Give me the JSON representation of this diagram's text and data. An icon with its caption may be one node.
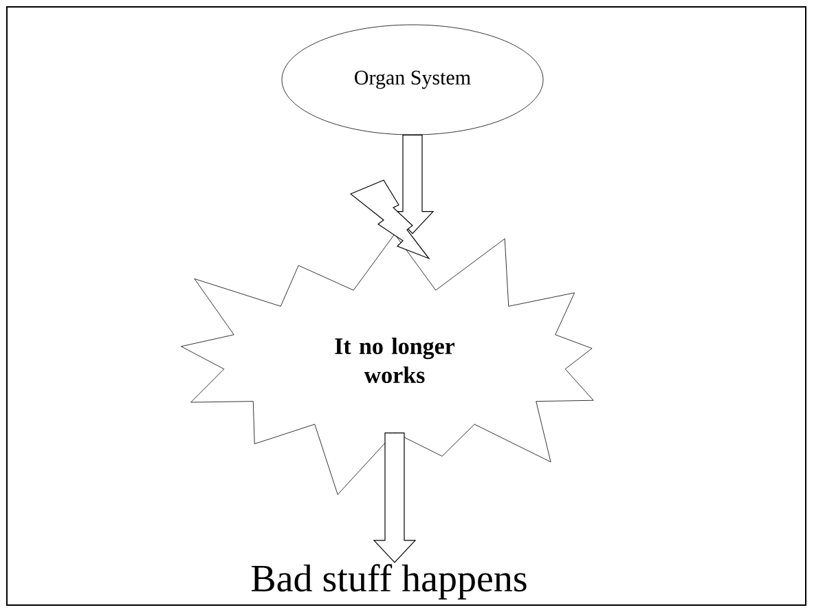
{
  "diagram": {
    "nodes": [
      {
        "text": [
          "Organ System"
        ]
      },
      {
        "text": [
          "It no longer works"
        ]
      },
      {
        "text": [
          "Bad stuff happens"
        ]
      }
    ],
    "edges": [
      {
        "from": 0,
        "to": 1,
        "arrow": "to"
      },
      {
        "from": 1,
        "to": 2,
        "arrow": "to"
      }
    ]
  }
}
